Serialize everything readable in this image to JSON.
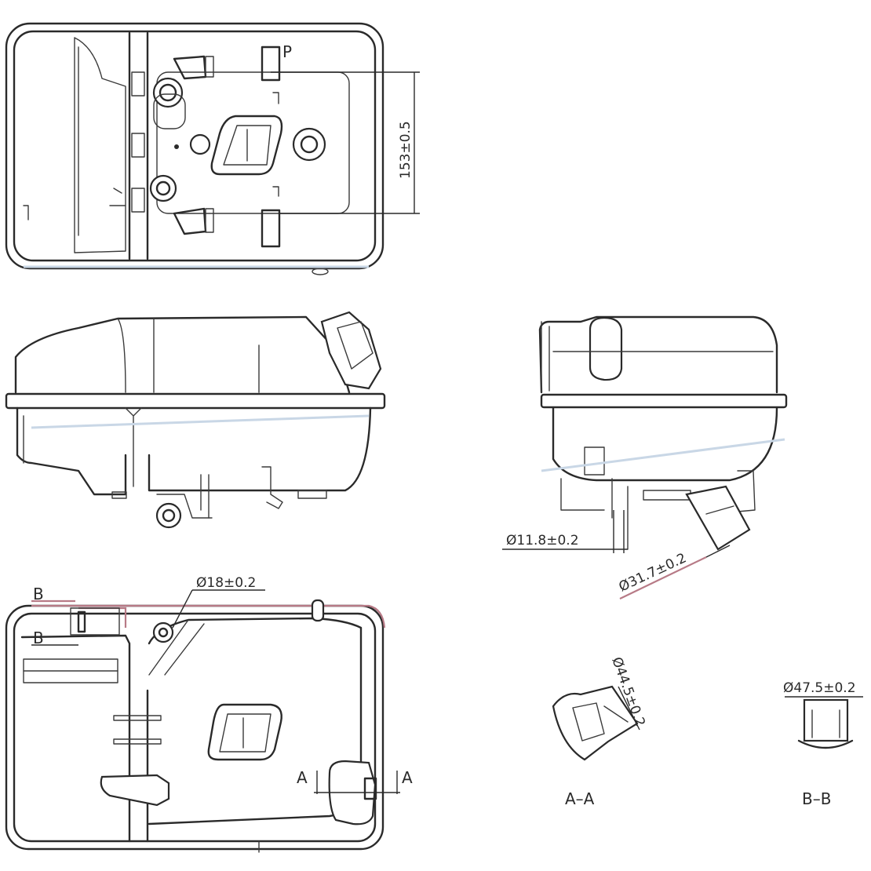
{
  "dimensions": {
    "height_top": "153±0.5",
    "d_11_8": "Ø11.8±0.2",
    "d_31_7": "Ø31.7±0.2",
    "d_18": "Ø18±0.2",
    "d_44_5": "Ø44.5±0.2",
    "d_47_5": "Ø47.5±0.2"
  },
  "section_marks": {
    "a": "A",
    "b": "B"
  },
  "section_labels": {
    "aa": "A–A",
    "bb": "B–B"
  },
  "top_view_mark": "P",
  "colors": {
    "line": "#2a2a2a",
    "highlight": "#b77a86",
    "watermark": "#c9d7e6"
  }
}
